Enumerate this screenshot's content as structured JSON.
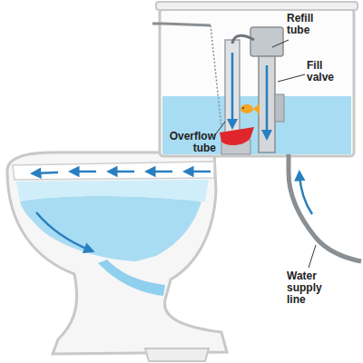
{
  "diagram": {
    "labels": [
      "Refill tube",
      "Fill valve",
      "Overflow tube",
      "Water supply line"
    ]
  }
}
